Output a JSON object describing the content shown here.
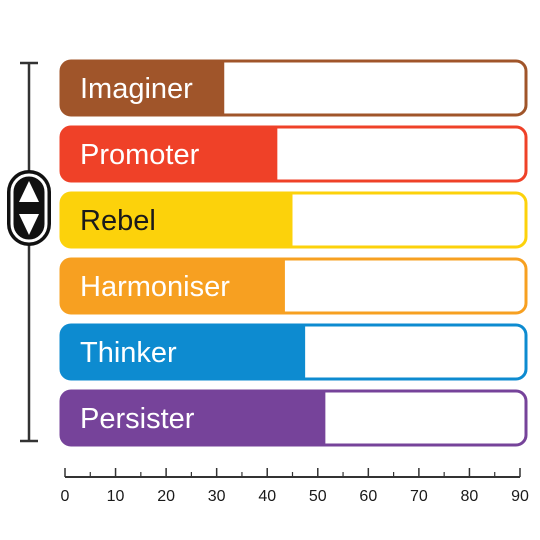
{
  "chart_data": {
    "type": "bar",
    "orientation": "horizontal",
    "categories": [
      "Imaginer",
      "Promoter",
      "Rebel",
      "Harmoniser",
      "Thinker",
      "Persister"
    ],
    "values": [
      31.5,
      42,
      45,
      43.5,
      47.5,
      51.5
    ],
    "colors": [
      "#a0552a",
      "#ef4128",
      "#fcd20b",
      "#f7a021",
      "#0d8bd0",
      "#76439a"
    ],
    "label_colors": [
      "#ffffff",
      "#ffffff",
      "#1a1a1a",
      "#ffffff",
      "#ffffff",
      "#ffffff"
    ],
    "xlim": [
      0,
      90
    ],
    "xticks": [
      "0",
      "10",
      "20",
      "30",
      "40",
      "50",
      "60",
      "70",
      "80",
      "90"
    ],
    "title": "",
    "xlabel": "",
    "ylabel": "",
    "grid": false,
    "legend": "none"
  },
  "controls": {
    "up_icon": "triangle-up-icon",
    "down_icon": "triangle-down-icon"
  }
}
